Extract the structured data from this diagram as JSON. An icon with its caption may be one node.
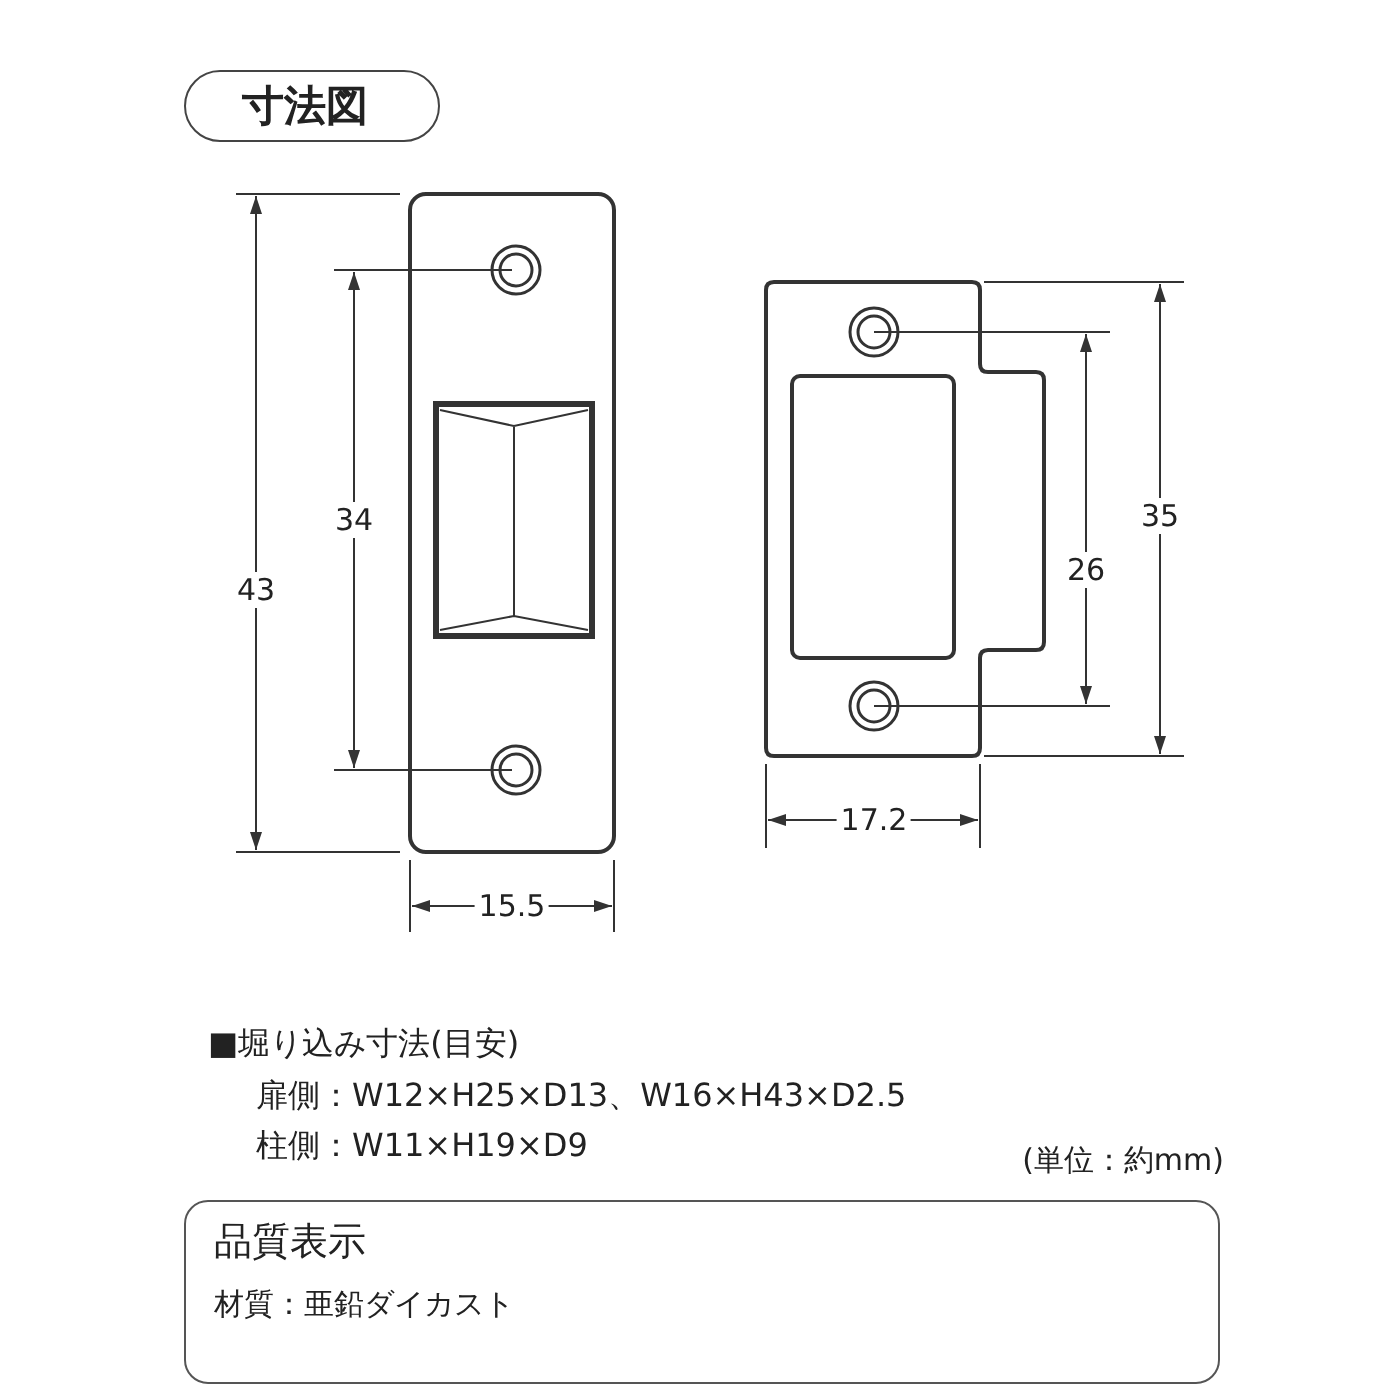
{
  "diagram": {
    "nodes": [
      {
        "text": [
          "寸法図"
        ]
      },
      {
        "text": [
          "品質表示",
          "材質：亜鉛ダイカスト"
        ]
      }
    ],
    "labels": [
      "43",
      "34",
      "15.5",
      "35",
      "26",
      "17.2",
      "■堀り込み寸法(目安)",
      "扉側：W12×H25×D13、W16×H43×D2.5",
      "柱側：W11×H19×D9",
      "(単位：約mm)"
    ]
  }
}
